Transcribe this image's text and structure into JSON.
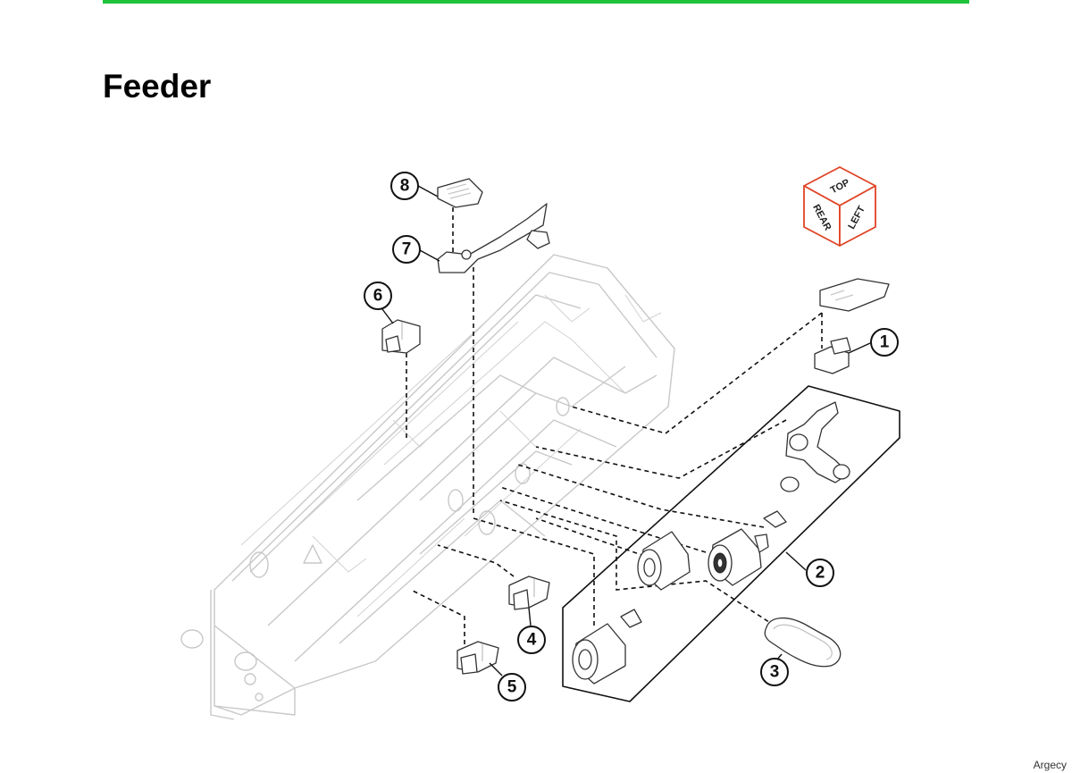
{
  "page": {
    "title": "Feeder",
    "footer": "Argecy"
  },
  "colors": {
    "accent_rule": "#1fc33a",
    "orientation_cube": "#e04426",
    "line": "#111111"
  },
  "orientation_cube": {
    "top": "TOP",
    "rear": "REAR",
    "left": "LEFT"
  },
  "callouts": [
    {
      "id": "1",
      "label": "1"
    },
    {
      "id": "2",
      "label": "2"
    },
    {
      "id": "3",
      "label": "3"
    },
    {
      "id": "4",
      "label": "4"
    },
    {
      "id": "5",
      "label": "5"
    },
    {
      "id": "6",
      "label": "6"
    },
    {
      "id": "7",
      "label": "7"
    },
    {
      "id": "8",
      "label": "8"
    }
  ]
}
